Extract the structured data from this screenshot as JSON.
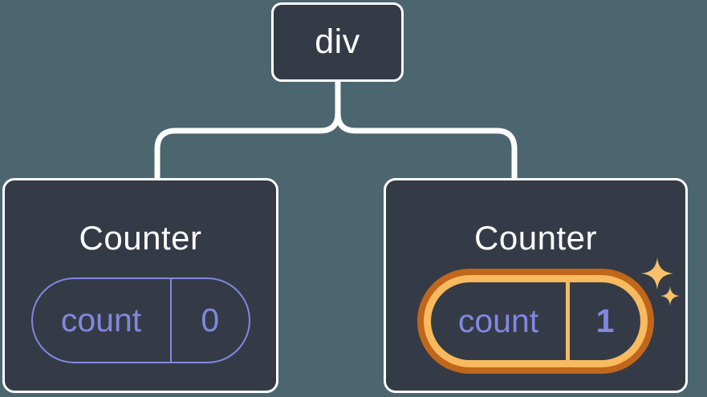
{
  "diagram": {
    "description": "React component tree showing isolated state",
    "root": {
      "label": "div"
    },
    "children": [
      {
        "title": "Counter",
        "state_name": "count",
        "state_value": "0",
        "highlighted": false
      },
      {
        "title": "Counter",
        "state_name": "count",
        "state_value": "1",
        "highlighted": true
      }
    ]
  },
  "colors": {
    "background": "#4c6670",
    "node_fill": "#343b47",
    "node_border": "#ffffff",
    "state_purple": "#8287e0",
    "highlight_orange_dark": "#c0671b",
    "highlight_orange_light": "#f8ba5e",
    "sparkle": "#f9c169",
    "connector": "#ffffff"
  }
}
